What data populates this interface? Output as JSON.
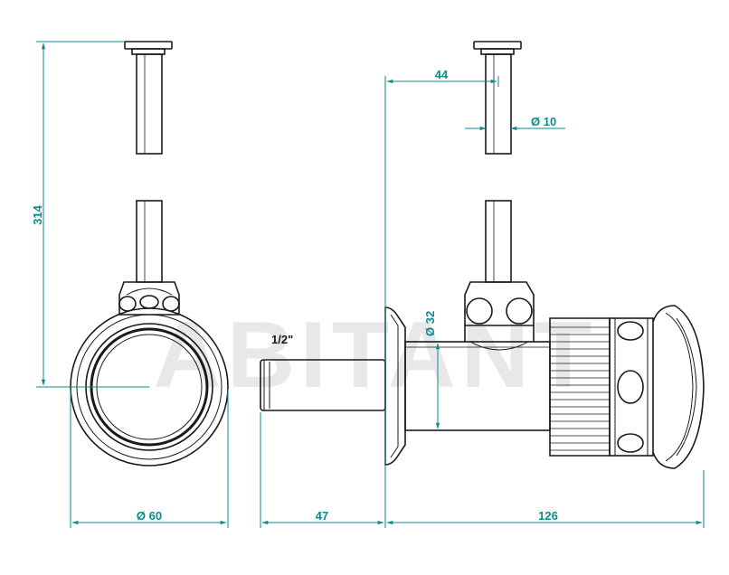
{
  "colors": {
    "line": "#1a1a1a",
    "dimension": "#0e8a8a",
    "watermark": "#e6e6e6"
  },
  "watermark": "ABITANT",
  "dimensions": {
    "height_total": "314",
    "outer_diameter": "Ø 60",
    "stem_length": "47",
    "body_length": "126",
    "offset": "44",
    "pipe_diameter": "Ø 10",
    "body_diameter": "Ø 32",
    "thread": "1/2\""
  }
}
